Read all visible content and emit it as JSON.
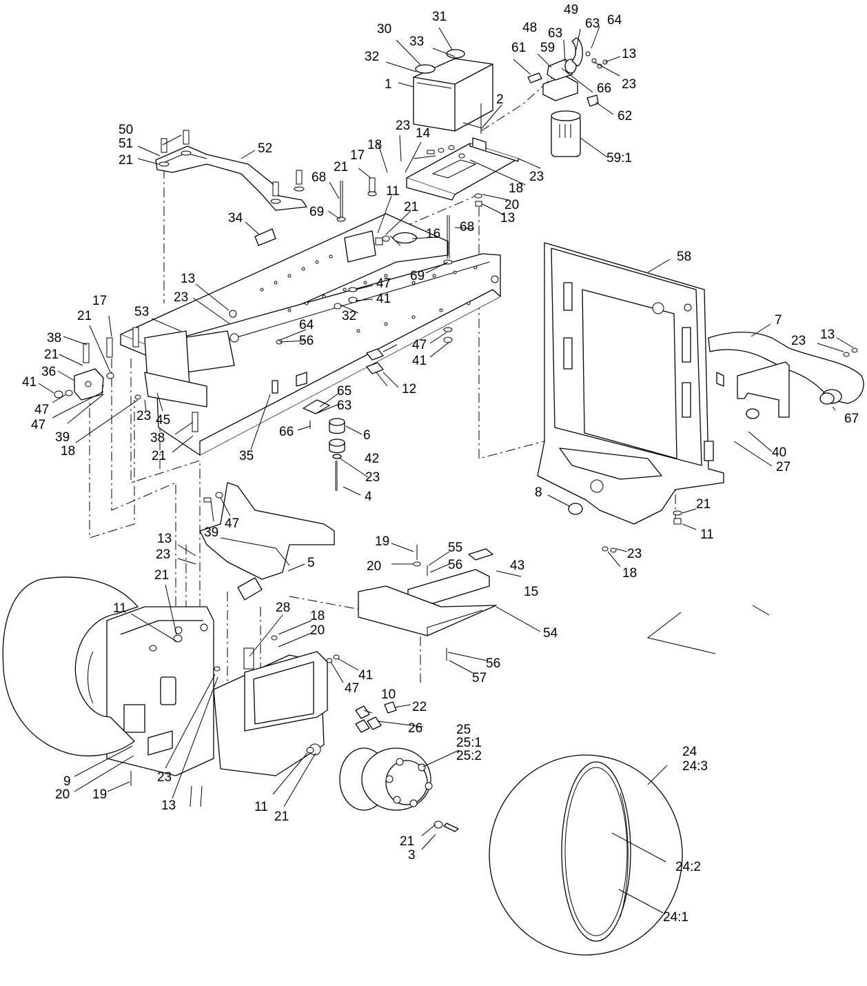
{
  "callouts": [
    {
      "id": "c1",
      "label": "1"
    },
    {
      "id": "c2",
      "label": "2"
    },
    {
      "id": "c3",
      "label": "3"
    },
    {
      "id": "c4",
      "label": "4"
    },
    {
      "id": "c5",
      "label": "5"
    },
    {
      "id": "c6",
      "label": "6"
    },
    {
      "id": "c7",
      "label": "7"
    },
    {
      "id": "c8",
      "label": "8"
    },
    {
      "id": "c9",
      "label": "9"
    },
    {
      "id": "c10",
      "label": "10"
    },
    {
      "id": "c11a",
      "label": "11"
    },
    {
      "id": "c11b",
      "label": "11"
    },
    {
      "id": "c11c",
      "label": "11"
    },
    {
      "id": "c11d",
      "label": "11"
    },
    {
      "id": "c12",
      "label": "12"
    },
    {
      "id": "c13a",
      "label": "13"
    },
    {
      "id": "c13b",
      "label": "13"
    },
    {
      "id": "c13c",
      "label": "13"
    },
    {
      "id": "c13d",
      "label": "13"
    },
    {
      "id": "c13e",
      "label": "13"
    },
    {
      "id": "c13f",
      "label": "13"
    },
    {
      "id": "c14",
      "label": "14"
    },
    {
      "id": "c15",
      "label": "15"
    },
    {
      "id": "c16",
      "label": "16"
    },
    {
      "id": "c17a",
      "label": "17"
    },
    {
      "id": "c17b",
      "label": "17"
    },
    {
      "id": "c18a",
      "label": "18"
    },
    {
      "id": "c18b",
      "label": "18"
    },
    {
      "id": "c18c",
      "label": "18"
    },
    {
      "id": "c18d",
      "label": "18"
    },
    {
      "id": "c19a",
      "label": "19"
    },
    {
      "id": "c19b",
      "label": "19"
    },
    {
      "id": "c20a",
      "label": "20"
    },
    {
      "id": "c20b",
      "label": "20"
    },
    {
      "id": "c20c",
      "label": "20"
    },
    {
      "id": "c20d",
      "label": "20"
    },
    {
      "id": "c21a",
      "label": "21"
    },
    {
      "id": "c21b",
      "label": "21"
    },
    {
      "id": "c21c",
      "label": "21"
    },
    {
      "id": "c21d",
      "label": "21"
    },
    {
      "id": "c21e",
      "label": "21"
    },
    {
      "id": "c21f",
      "label": "21"
    },
    {
      "id": "c21g",
      "label": "21"
    },
    {
      "id": "c21h",
      "label": "21"
    },
    {
      "id": "c21i",
      "label": "21"
    },
    {
      "id": "c21j",
      "label": "21"
    },
    {
      "id": "c21k",
      "label": "21"
    },
    {
      "id": "c22",
      "label": "22"
    },
    {
      "id": "c23a",
      "label": "23"
    },
    {
      "id": "c23b",
      "label": "23"
    },
    {
      "id": "c23c",
      "label": "23"
    },
    {
      "id": "c23d",
      "label": "23"
    },
    {
      "id": "c23e",
      "label": "23"
    },
    {
      "id": "c23f",
      "label": "23"
    },
    {
      "id": "c23g",
      "label": "23"
    },
    {
      "id": "c23h",
      "label": "23"
    },
    {
      "id": "c23i",
      "label": "23"
    },
    {
      "id": "c23j",
      "label": "23"
    },
    {
      "id": "c23k",
      "label": "23"
    },
    {
      "id": "c24",
      "label": "24"
    },
    {
      "id": "c24_3",
      "label": "24:3"
    },
    {
      "id": "c24_2",
      "label": "24:2"
    },
    {
      "id": "c24_1",
      "label": "24:1"
    },
    {
      "id": "c25",
      "label": "25"
    },
    {
      "id": "c25_1",
      "label": "25:1"
    },
    {
      "id": "c25_2",
      "label": "25:2"
    },
    {
      "id": "c26",
      "label": "26"
    },
    {
      "id": "c27",
      "label": "27"
    },
    {
      "id": "c28",
      "label": "28"
    },
    {
      "id": "c30",
      "label": "30"
    },
    {
      "id": "c31",
      "label": "31"
    },
    {
      "id": "c32a",
      "label": "32"
    },
    {
      "id": "c32b",
      "label": "32"
    },
    {
      "id": "c33",
      "label": "33"
    },
    {
      "id": "c34",
      "label": "34"
    },
    {
      "id": "c35",
      "label": "35"
    },
    {
      "id": "c36",
      "label": "36"
    },
    {
      "id": "c38a",
      "label": "38"
    },
    {
      "id": "c38b",
      "label": "38"
    },
    {
      "id": "c39a",
      "label": "39"
    },
    {
      "id": "c39b",
      "label": "39"
    },
    {
      "id": "c40",
      "label": "40"
    },
    {
      "id": "c41a",
      "label": "41"
    },
    {
      "id": "c41b",
      "label": "41"
    },
    {
      "id": "c41c",
      "label": "41"
    },
    {
      "id": "c41d",
      "label": "41"
    },
    {
      "id": "c42",
      "label": "42"
    },
    {
      "id": "c43",
      "label": "43"
    },
    {
      "id": "c45",
      "label": "45"
    },
    {
      "id": "c47a",
      "label": "47"
    },
    {
      "id": "c47b",
      "label": "47"
    },
    {
      "id": "c47c",
      "label": "47"
    },
    {
      "id": "c47d",
      "label": "47"
    },
    {
      "id": "c47e",
      "label": "47"
    },
    {
      "id": "c48",
      "label": "48"
    },
    {
      "id": "c49",
      "label": "49"
    },
    {
      "id": "c50",
      "label": "50"
    },
    {
      "id": "c51",
      "label": "51"
    },
    {
      "id": "c52",
      "label": "52"
    },
    {
      "id": "c53",
      "label": "53"
    },
    {
      "id": "c54",
      "label": "54"
    },
    {
      "id": "c55",
      "label": "55"
    },
    {
      "id": "c56a",
      "label": "56"
    },
    {
      "id": "c56b",
      "label": "56"
    },
    {
      "id": "c56c",
      "label": "56"
    },
    {
      "id": "c57",
      "label": "57"
    },
    {
      "id": "c58",
      "label": "58"
    },
    {
      "id": "c59",
      "label": "59"
    },
    {
      "id": "c59_1",
      "label": "59:1"
    },
    {
      "id": "c61",
      "label": "61"
    },
    {
      "id": "c62",
      "label": "62"
    },
    {
      "id": "c63a",
      "label": "63"
    },
    {
      "id": "c63b",
      "label": "63"
    },
    {
      "id": "c63c",
      "label": "63"
    },
    {
      "id": "c64a",
      "label": "64"
    },
    {
      "id": "c64b",
      "label": "64"
    },
    {
      "id": "c65",
      "label": "65"
    },
    {
      "id": "c66a",
      "label": "66"
    },
    {
      "id": "c66b",
      "label": "66"
    },
    {
      "id": "c67",
      "label": "67"
    },
    {
      "id": "c68a",
      "label": "68"
    },
    {
      "id": "c68b",
      "label": "68"
    },
    {
      "id": "c69a",
      "label": "69"
    },
    {
      "id": "c69b",
      "label": "69"
    }
  ]
}
